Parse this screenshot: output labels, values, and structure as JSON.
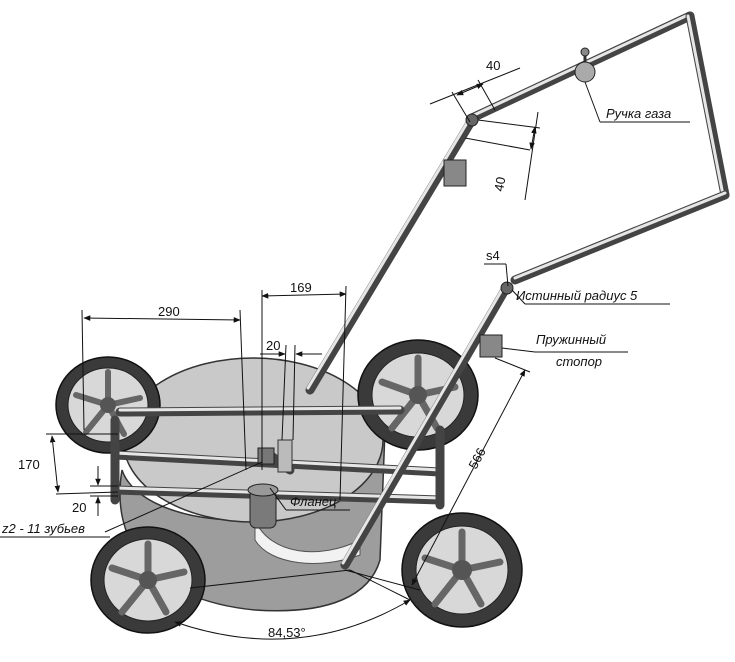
{
  "dimensions": {
    "d_40_top": "40",
    "d_40_side": "40",
    "d_169": "169",
    "d_290": "290",
    "d_20_top": "20",
    "d_170": "170",
    "d_20_left": "20",
    "d_566": "566",
    "d_angle": "84,53°"
  },
  "labels": {
    "throttle": "Ручка газа",
    "s4": "s4",
    "true_radius": "Истинный радиус 5",
    "spring_stop_1": "Пружинный",
    "spring_stop_2": "стопор",
    "flange": "Фланец",
    "gear": "z2 - 11 зубьев"
  },
  "colors": {
    "line": "#111111",
    "metal_dark": "#444444",
    "metal_light": "#e6e6e6",
    "deck": "#c9c9c9",
    "tire": "#3a3a3a"
  }
}
